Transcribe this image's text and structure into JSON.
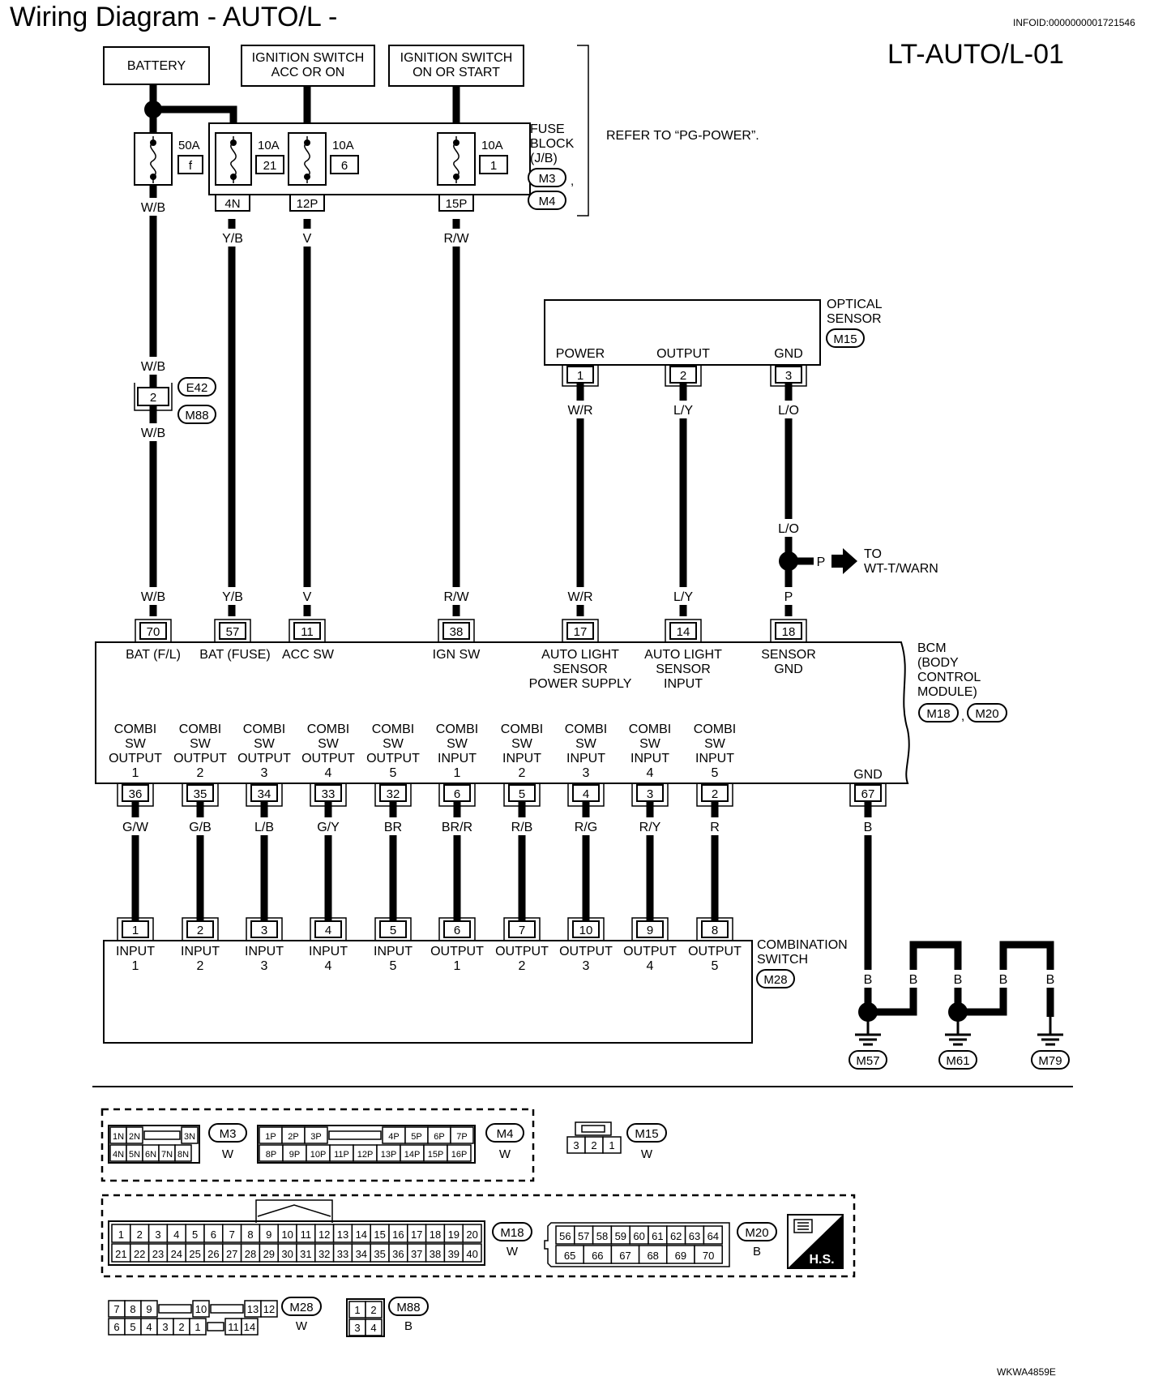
{
  "title": "Wiring Diagram - AUTO/L -",
  "info_id": "INFOID:0000000001721546",
  "page_code": "LT-AUTO/L-01",
  "footer_code": "WKWA4859E",
  "power_sources": {
    "battery": "BATTERY",
    "ign_acc_line1": "IGNITION SWITCH",
    "ign_acc_line2": "ACC OR ON",
    "ign_on_line1": "IGNITION SWITCH",
    "ign_on_line2": "ON OR START"
  },
  "fuses": [
    {
      "amp": "50A",
      "num": "f"
    },
    {
      "amp": "10A",
      "num": "21"
    },
    {
      "amp": "10A",
      "num": "6"
    },
    {
      "amp": "10A",
      "num": "1"
    }
  ],
  "fuse_block": {
    "line1": "FUSE",
    "line2": "BLOCK",
    "line3": "(J/B)",
    "conn1": "M3",
    "conn2": "M4",
    "sep": ","
  },
  "refer_text": "REFER TO “PG-POWER”.",
  "fuse_terminals": [
    "4N",
    "12P",
    "15P"
  ],
  "wire_colors_top": {
    "wb": "W/B",
    "yb": "Y/B",
    "v": "V",
    "rw": "R/W"
  },
  "inline_connector": {
    "pin": "2",
    "conn1": "E42",
    "conn2": "M88"
  },
  "optical_sensor": {
    "line1": "OPTICAL",
    "line2": "SENSOR",
    "conn": "M15",
    "pins": [
      {
        "label": "POWER",
        "num": "1",
        "color": "W/R"
      },
      {
        "label": "OUTPUT",
        "num": "2",
        "color": "L/Y"
      },
      {
        "label": "GND",
        "num": "3",
        "color": "L/O"
      }
    ]
  },
  "splice": {
    "color_in": "L/O",
    "color_branch": "P",
    "to_line1": "TO",
    "to_line2": "WT-T/WARN"
  },
  "bcm": {
    "line1": "BCM",
    "line2": "(BODY",
    "line3": "CONTROL",
    "line4": "MODULE)",
    "conn1": "M18",
    "conn2": "M20",
    "sep": ",",
    "top_pins": [
      {
        "num": "70",
        "color": "W/B",
        "label": "BAT (F/L)"
      },
      {
        "num": "57",
        "color": "Y/B",
        "label": "BAT (FUSE)"
      },
      {
        "num": "11",
        "color": "V",
        "label": "ACC SW"
      },
      {
        "num": "38",
        "color": "R/W",
        "label": "IGN SW"
      },
      {
        "num": "17",
        "color": "W/R",
        "label1": "AUTO LIGHT",
        "label2": "SENSOR",
        "label3": "POWER SUPPLY"
      },
      {
        "num": "14",
        "color": "L/Y",
        "label1": "AUTO LIGHT",
        "label2": "SENSOR",
        "label3": "INPUT"
      },
      {
        "num": "18",
        "color": "P",
        "label1": "SENSOR",
        "label2": "GND"
      }
    ],
    "bottom_pins": [
      {
        "num": "36",
        "color": "G/W",
        "l1": "COMBI",
        "l2": "SW",
        "l3": "OUTPUT",
        "l4": "1"
      },
      {
        "num": "35",
        "color": "G/B",
        "l1": "COMBI",
        "l2": "SW",
        "l3": "OUTPUT",
        "l4": "2"
      },
      {
        "num": "34",
        "color": "L/B",
        "l1": "COMBI",
        "l2": "SW",
        "l3": "OUTPUT",
        "l4": "3"
      },
      {
        "num": "33",
        "color": "G/Y",
        "l1": "COMBI",
        "l2": "SW",
        "l3": "OUTPUT",
        "l4": "4"
      },
      {
        "num": "32",
        "color": "BR",
        "l1": "COMBI",
        "l2": "SW",
        "l3": "OUTPUT",
        "l4": "5"
      },
      {
        "num": "6",
        "color": "BR/R",
        "l1": "COMBI",
        "l2": "SW",
        "l3": "INPUT",
        "l4": "1"
      },
      {
        "num": "5",
        "color": "R/B",
        "l1": "COMBI",
        "l2": "SW",
        "l3": "INPUT",
        "l4": "2"
      },
      {
        "num": "4",
        "color": "R/G",
        "l1": "COMBI",
        "l2": "SW",
        "l3": "INPUT",
        "l4": "3"
      },
      {
        "num": "3",
        "color": "R/Y",
        "l1": "COMBI",
        "l2": "SW",
        "l3": "INPUT",
        "l4": "4"
      },
      {
        "num": "2",
        "color": "R",
        "l1": "COMBI",
        "l2": "SW",
        "l3": "INPUT",
        "l4": "5"
      }
    ],
    "gnd": {
      "label": "GND",
      "num": "67",
      "color": "B"
    }
  },
  "combination_switch": {
    "line1": "COMBINATION",
    "line2": "SWITCH",
    "conn": "M28",
    "pins": [
      {
        "num": "1",
        "l1": "INPUT",
        "l2": "1"
      },
      {
        "num": "2",
        "l1": "INPUT",
        "l2": "2"
      },
      {
        "num": "3",
        "l1": "INPUT",
        "l2": "3"
      },
      {
        "num": "4",
        "l1": "INPUT",
        "l2": "4"
      },
      {
        "num": "5",
        "l1": "INPUT",
        "l2": "5"
      },
      {
        "num": "6",
        "l1": "OUTPUT",
        "l2": "1"
      },
      {
        "num": "7",
        "l1": "OUTPUT",
        "l2": "2"
      },
      {
        "num": "10",
        "l1": "OUTPUT",
        "l2": "3"
      },
      {
        "num": "9",
        "l1": "OUTPUT",
        "l2": "4"
      },
      {
        "num": "8",
        "l1": "OUTPUT",
        "l2": "5"
      }
    ]
  },
  "grounds": {
    "wire": "B",
    "points": [
      "M57",
      "M61",
      "M79"
    ]
  },
  "connector_views": {
    "m3": {
      "name": "M3",
      "color": "W",
      "row1": [
        "1N",
        "2N",
        "",
        "3N"
      ],
      "row2": [
        "4N",
        "5N",
        "6N",
        "7N",
        "8N"
      ]
    },
    "m4": {
      "name": "M4",
      "color": "W",
      "row1": [
        "1P",
        "2P",
        "3P",
        "",
        "4P",
        "5P",
        "6P",
        "7P"
      ],
      "row2": [
        "8P",
        "9P",
        "10P",
        "11P",
        "12P",
        "13P",
        "14P",
        "15P",
        "16P"
      ]
    },
    "m15": {
      "name": "M15",
      "color": "W",
      "row": [
        "3",
        "2",
        "1"
      ]
    },
    "m18": {
      "name": "M18",
      "color": "W",
      "row1": [
        "1",
        "2",
        "3",
        "4",
        "5",
        "6",
        "7",
        "8",
        "9",
        "10",
        "11",
        "12",
        "13",
        "14",
        "15",
        "16",
        "17",
        "18",
        "19",
        "20"
      ],
      "row2": [
        "21",
        "22",
        "23",
        "24",
        "25",
        "26",
        "27",
        "28",
        "29",
        "30",
        "31",
        "32",
        "33",
        "34",
        "35",
        "36",
        "37",
        "38",
        "39",
        "40"
      ]
    },
    "m20": {
      "name": "M20",
      "color": "B",
      "row1": [
        "56",
        "57",
        "58",
        "59",
        "60",
        "61",
        "62",
        "63",
        "64"
      ],
      "row2": [
        "65",
        "66",
        "67",
        "68",
        "69",
        "70"
      ]
    },
    "hs": "H.S.",
    "m28": {
      "name": "M28",
      "color": "W",
      "row1": [
        "7",
        "8",
        "9",
        "",
        "10",
        "",
        "13",
        "12"
      ],
      "row2": [
        "6",
        "5",
        "4",
        "3",
        "2",
        "1",
        "",
        "11",
        "14"
      ]
    },
    "m88": {
      "name": "M88",
      "color": "B",
      "row1": [
        "1",
        "2"
      ],
      "row2": [
        "3",
        "4"
      ]
    }
  }
}
